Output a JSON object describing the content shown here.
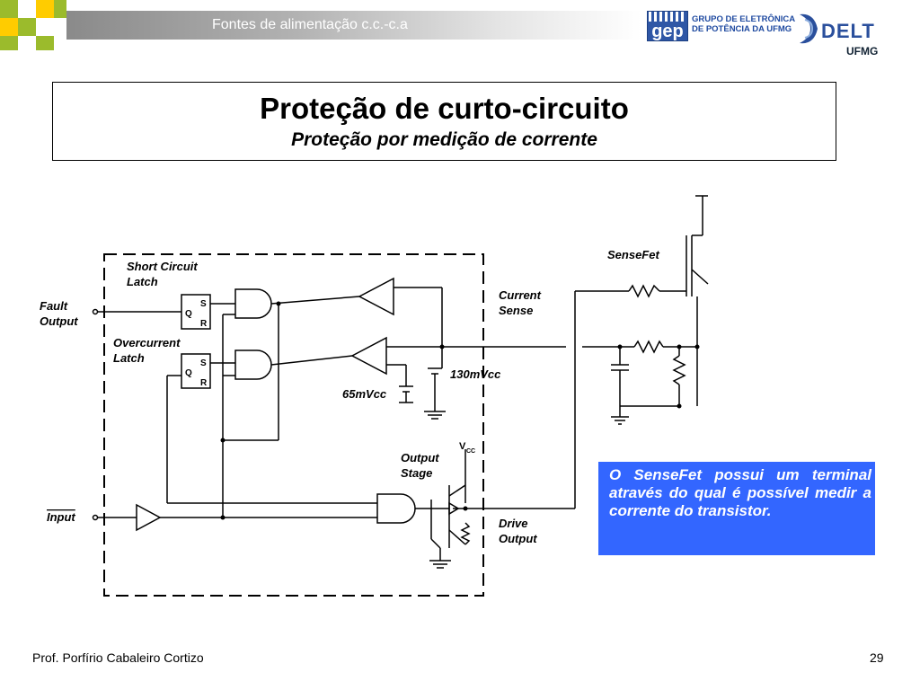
{
  "header": {
    "title": "Fontes de alimentação c.c.-c.a",
    "gep_logo": "gep",
    "gep_line1": "GRUPO DE ELETRÔNICA",
    "gep_line2": "DE POTÊNCIA DA UFMG",
    "delt_logo": "DELT",
    "ufmg_logo": "UFMG"
  },
  "slide": {
    "title": "Proteção de curto-circuito",
    "subtitle": "Proteção por medição de corrente"
  },
  "diagram": {
    "labels": {
      "short_circuit_1": "Short Circuit",
      "short_circuit_2": "Latch",
      "fault_1": "Fault",
      "fault_2": "Output",
      "overcurrent_1": "Overcurrent",
      "overcurrent_2": "Latch",
      "current_1": "Current",
      "current_2": "Sense",
      "sensefet": "SenseFet",
      "v130": "130mVcc",
      "v65": "65mVcc",
      "output_stage_1": "Output",
      "output_stage_2": "Stage",
      "input": "Input",
      "drive_1": "Drive",
      "drive_2": "Output",
      "vcc": "V",
      "vcc_sub": "CC",
      "latch_s": "S",
      "latch_r": "R",
      "latch_q": "Q"
    }
  },
  "note": "O SenseFet possui um terminal através do qual é possível medir a corrente do transistor.",
  "footer": {
    "author": "Prof. Porfírio Cabaleiro Cortizo",
    "page": "29"
  }
}
